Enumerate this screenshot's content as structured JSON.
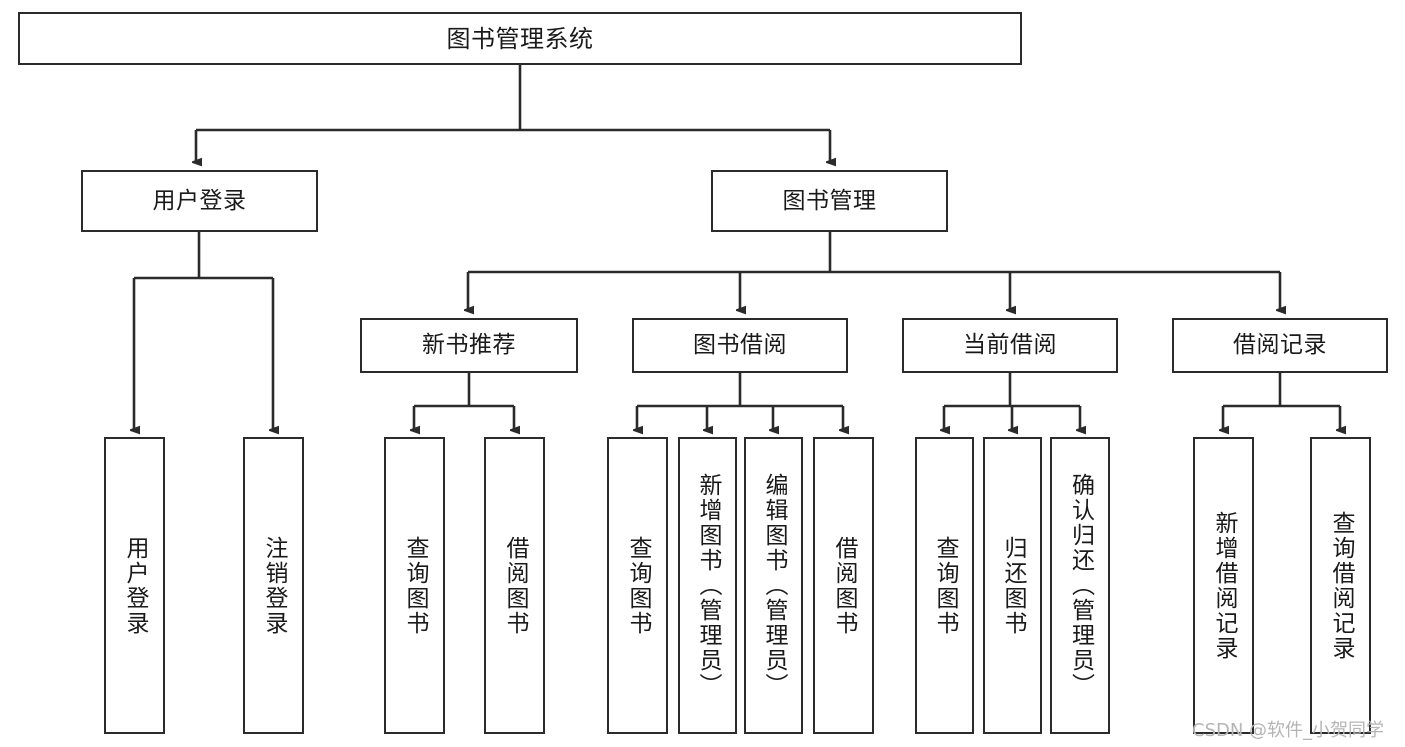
{
  "diagram": {
    "title": "图书管理系统",
    "type": "tree-hierarchy-chart",
    "orientation": "top-down",
    "colors": {
      "stroke": "#2b2b2b",
      "fill": "#ffffff",
      "text": "#1a1a1a",
      "watermark": "#b5b5b5"
    },
    "root": {
      "label": "图书管理系统"
    },
    "level2": [
      {
        "label": "用户登录"
      },
      {
        "label": "图书管理"
      }
    ],
    "level3": [
      {
        "label": "新书推荐"
      },
      {
        "label": "图书借阅"
      },
      {
        "label": "当前借阅"
      },
      {
        "label": "借阅记录"
      }
    ],
    "leaves": {
      "user_login": [
        {
          "label": "用户登录"
        },
        {
          "label": "注销登录"
        }
      ],
      "new_book_recommend": [
        {
          "label": "查询图书"
        },
        {
          "label": "借阅图书"
        }
      ],
      "book_borrow": [
        {
          "label": "查询图书"
        },
        {
          "label": "新增图书（管理员）"
        },
        {
          "label": "编辑图书（管理员）"
        },
        {
          "label": "借阅图书"
        }
      ],
      "current_borrow": [
        {
          "label": "查询图书"
        },
        {
          "label": "归还图书"
        },
        {
          "label": "确认归还（管理员）"
        }
      ],
      "borrow_record": [
        {
          "label": "新增借阅记录"
        },
        {
          "label": "查询借阅记录"
        }
      ]
    }
  },
  "watermark": {
    "text": "CSDN @软件_小贺同学"
  }
}
